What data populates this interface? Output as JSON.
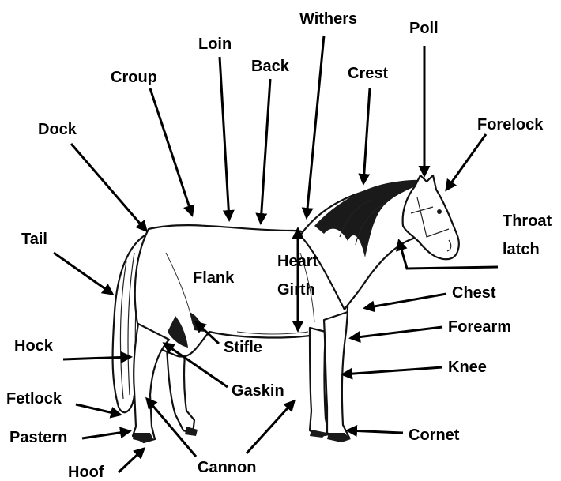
{
  "labels": {
    "withers": "Withers",
    "poll": "Poll",
    "loin": "Loin",
    "back": "Back",
    "croup": "Croup",
    "crest": "Crest",
    "forelock": "Forelock",
    "dock": "Dock",
    "throat_latch_line1": "Throat",
    "throat_latch_line2": "latch",
    "tail": "Tail",
    "heart_girth_line1": "Heart",
    "heart_girth_line2": "Girth",
    "flank": "Flank",
    "chest": "Chest",
    "forearm": "Forearm",
    "hock": "Hock",
    "stifle": "Stifle",
    "knee": "Knee",
    "gaskin": "Gaskin",
    "fetlock": "Fetlock",
    "cornet": "Cornet",
    "pastern": "Pastern",
    "hoof": "Hoof",
    "cannon": "Cannon"
  }
}
